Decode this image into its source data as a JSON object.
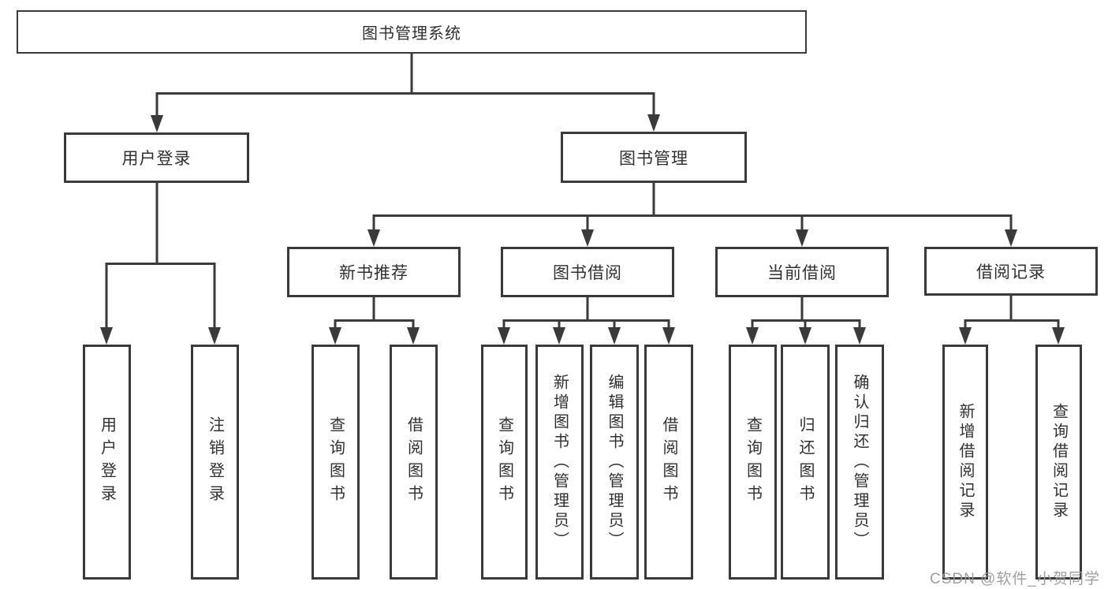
{
  "diagram": {
    "type": "hierarchy-tree",
    "colors": {
      "line": "#3a3a3a",
      "box_border": "#3a3a3a",
      "text": "#303030",
      "watermark": "#9a9a9a",
      "background": "#ffffff"
    },
    "nodes": {
      "root": {
        "label": "图书管理系统"
      },
      "user_login": {
        "label": "用户登录"
      },
      "book_mgmt": {
        "label": "图书管理"
      },
      "new_book_rec": {
        "label": "新书推荐"
      },
      "book_borrow": {
        "label": "图书借阅"
      },
      "current_borrow": {
        "label": "当前借阅"
      },
      "borrow_record": {
        "label": "借阅记录"
      },
      "leaf_user_login": {
        "label": "用户登录"
      },
      "leaf_logout": {
        "label": "注销登录"
      },
      "leaf_query_book_rec": {
        "label": "查询图书"
      },
      "leaf_borrow_book_rec": {
        "label": "借阅图书"
      },
      "leaf_query_book_borrow": {
        "label": "查询图书"
      },
      "leaf_add_book": {
        "label": "新增图书（管理员）"
      },
      "leaf_edit_book": {
        "label": "编辑图书（管理员）"
      },
      "leaf_borrow_book_borrow": {
        "label": "借阅图书"
      },
      "leaf_query_book_current": {
        "label": "查询图书"
      },
      "leaf_return_book": {
        "label": "归还图书"
      },
      "leaf_confirm_return": {
        "label": "确认归还（管理员）"
      },
      "leaf_add_record": {
        "label": "新增借阅记录"
      },
      "leaf_query_record": {
        "label": "查询借阅记录"
      }
    },
    "hierarchy": {
      "图书管理系统": {
        "用户登录": [
          "用户登录",
          "注销登录"
        ],
        "图书管理": {
          "新书推荐": [
            "查询图书",
            "借阅图书"
          ],
          "图书借阅": [
            "查询图书",
            "新增图书（管理员）",
            "编辑图书（管理员）",
            "借阅图书"
          ],
          "当前借阅": [
            "查询图书",
            "归还图书",
            "确认归还（管理员）"
          ],
          "借阅记录": [
            "新增借阅记录",
            "查询借阅记录"
          ]
        }
      }
    },
    "watermark": "CSDN @软件_小贺同学"
  }
}
